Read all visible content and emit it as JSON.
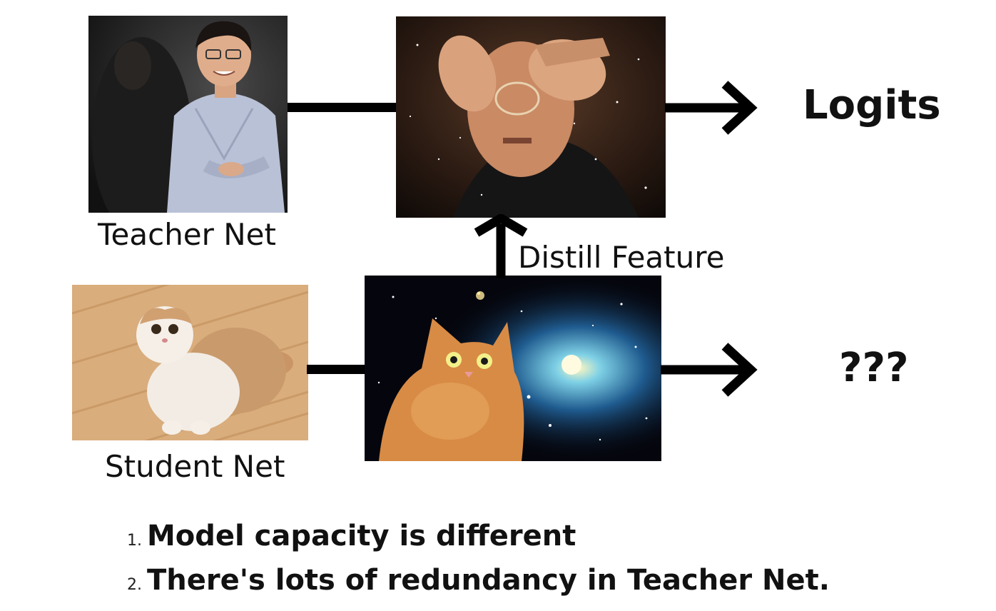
{
  "teacher": {
    "caption": "Teacher Net",
    "photo": "teacher-portrait-photo"
  },
  "student": {
    "caption": "Student Net",
    "photo": "cat-on-floor-photo"
  },
  "teacher_feature": {
    "photo": "mind-blown-meme-photo"
  },
  "student_feature": {
    "photo": "space-cat-galaxy-photo"
  },
  "distill": {
    "label": "Distill Feature"
  },
  "outputs": {
    "teacher": "Logits",
    "student": "???"
  },
  "notes": [
    {
      "number": "1.",
      "text": "Model capacity is different"
    },
    {
      "number": "2.",
      "text": "There's lots of redundancy in Teacher Net."
    }
  ],
  "colors": {
    "arrow": "#000000",
    "text": "#111111",
    "background": "#ffffff"
  }
}
